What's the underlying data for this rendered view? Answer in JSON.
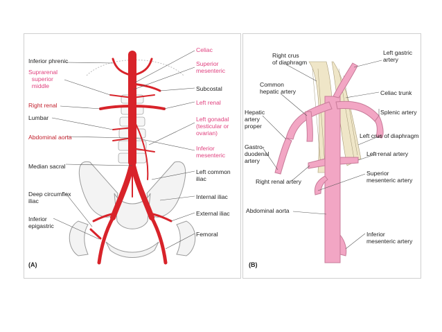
{
  "panel_a": {
    "tag": "(A)",
    "labels": {
      "inferior_phrenic": "Inferior phrenic",
      "suprarenal": "Suprarenal\n  superior\n  middle",
      "right_renal": "Right renal",
      "lumbar": "Lumbar",
      "abdominal_aorta": "Abdominal aorta",
      "median_sacral": "Median sacral",
      "deep_circumflex_iliac": "Deep circumflex\niliac",
      "inferior_epigastric": "Inferior\nepigastric",
      "celiac": "Celiac",
      "superior_mesenteric": "Superior\nmesenteric",
      "subcostal": "Subcostal",
      "left_renal": "Left renal",
      "left_gonadal": "Left gonadal\n(testicular or\novarian)",
      "inferior_mesenteric": "Inferior\nmesenteric",
      "left_common_iliac": "Left common\niliac",
      "internal_iliac": "Internal iliac",
      "external_iliac": "External iliac",
      "femoral": "Femoral"
    }
  },
  "panel_b": {
    "tag": "(B)",
    "labels": {
      "right_crus": "Right crus\nof diaphragm",
      "common_hepatic": "Common\nhepatic artery",
      "hepatic_proper": "Hepatic\nartery\nproper",
      "gastroduodenal": "Gastro-\nduodenal\nartery",
      "right_renal_artery": "Right renal artery",
      "abdominal_aorta": "Abdominal aorta",
      "left_gastric": "Left gastric\nartery",
      "celiac_trunk": "Celiac trunk",
      "splenic": "Splenic artery",
      "left_crus": "Left crus of diaphragm",
      "left_renal_artery": "Left renal artery",
      "superior_mesenteric": "Superior\nmesenteric artery",
      "inferior_mesenteric": "Inferior\nmesenteric artery"
    }
  },
  "colors": {
    "artery_red": "#d8232a",
    "label_red": "#c21f2c",
    "label_pink": "#e0407e",
    "artery_pink": "#f2a6c4",
    "bone": "#f4f4f4",
    "bone_outline": "#9a9a9a"
  }
}
